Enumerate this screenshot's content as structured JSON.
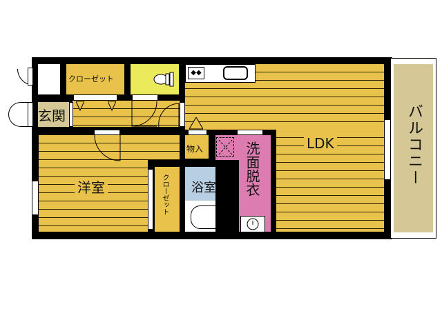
{
  "floor_plan": {
    "rooms": {
      "closet_top": "クローゼット",
      "entrance": "玄関",
      "western_room": "洋室",
      "closet_side": "クローゼット",
      "storage": "物入",
      "bathroom": "浴室",
      "washroom": "洗面脱衣",
      "ldk": "LDK",
      "balcony": "バルコニー"
    },
    "colors": {
      "floor": "#e8c24a",
      "toilet": "#eaea5a",
      "entrance": "#d5c896",
      "bathroom": "#b8cfe3",
      "washroom": "#dc7cb0",
      "balcony": "#d5c896",
      "wall": "#000000"
    },
    "icons": [
      "stove-icon",
      "sink-icon",
      "toilet-icon",
      "bathtub-icon",
      "washbasin-icon",
      "washing-machine-icon"
    ]
  }
}
